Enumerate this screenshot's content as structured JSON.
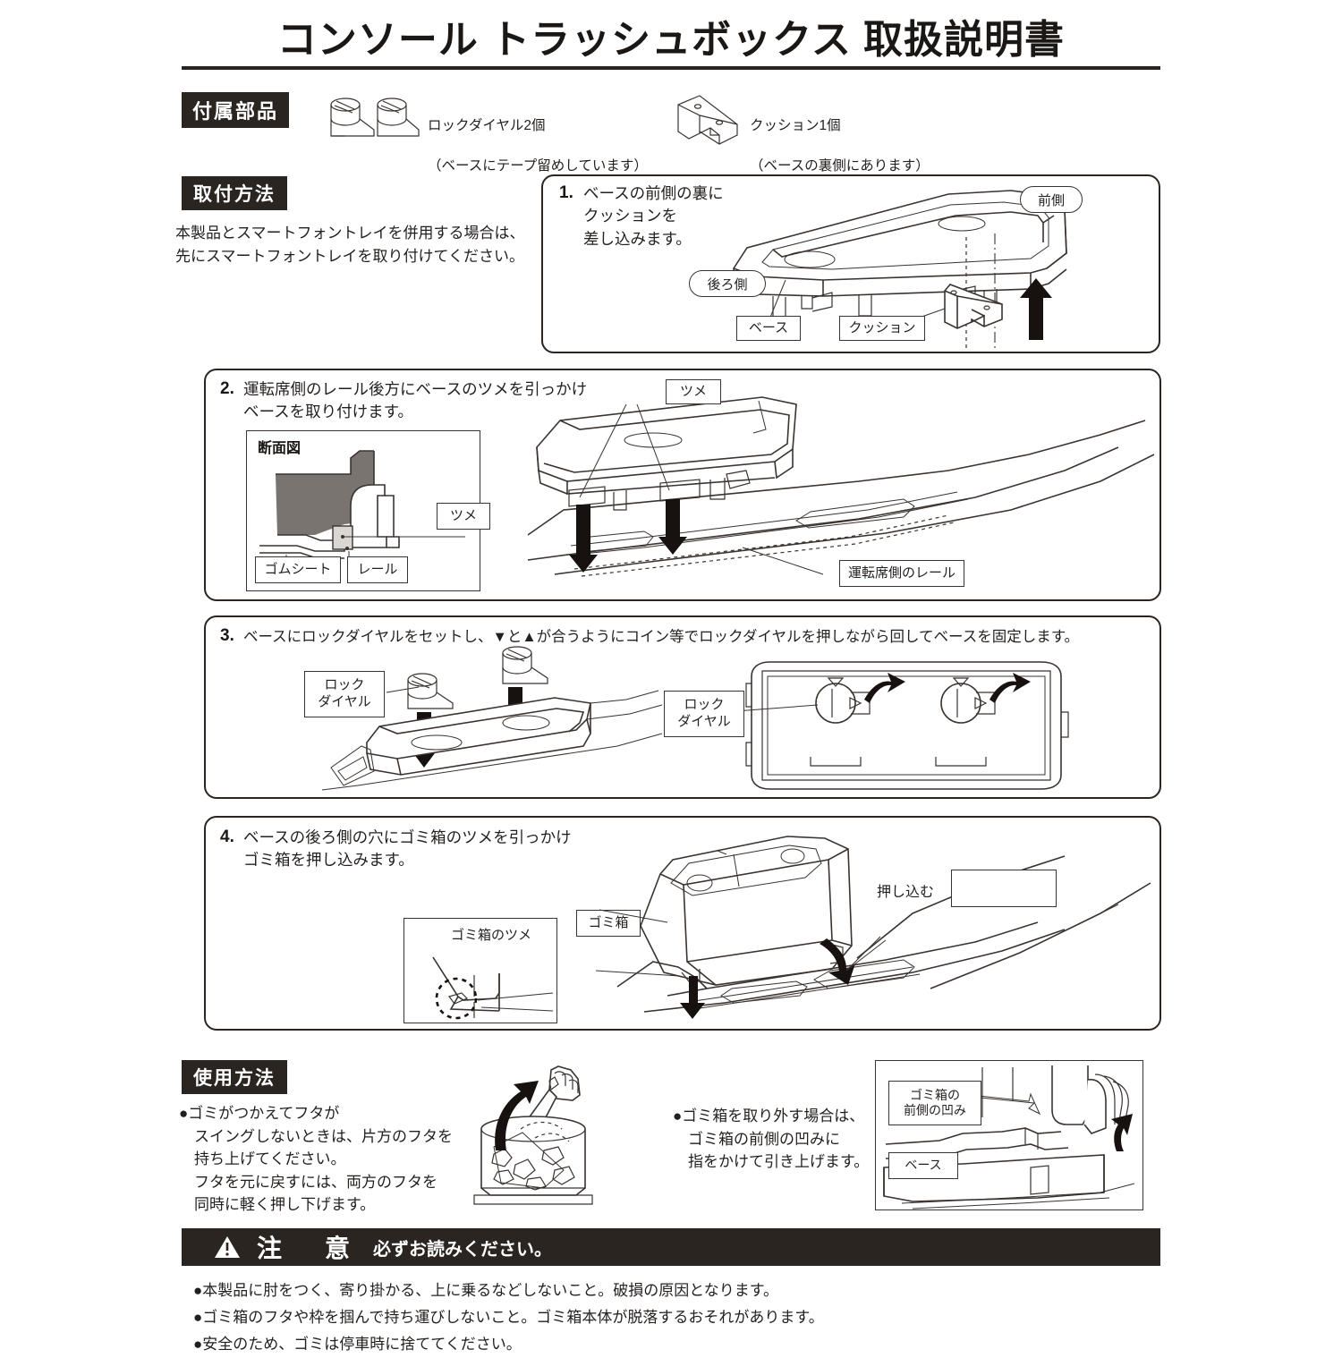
{
  "document": {
    "title": "コンソール トラッシュボックス 取扱説明書"
  },
  "parts_section": {
    "tag": "付属部品",
    "items": [
      {
        "icon": "lock-dial-icon",
        "name": "ロックダイヤル2個",
        "note": "（ベースにテープ留めしています）"
      },
      {
        "icon": "cushion-icon",
        "name": "クッション1個",
        "note": "（ベースの裏側にあります）"
      }
    ]
  },
  "install_section": {
    "tag": "取付方法",
    "intro": "本製品とスマートフォントレイを併用する場合は、\n先にスマートフォントレイを取り付けてください。",
    "steps": [
      {
        "number": "1.",
        "text": "ベースの前側の裏に\nクッションを\n差し込みます。",
        "labels": {
          "front": "前側",
          "rear": "後ろ側",
          "base": "ベース",
          "cushion": "クッション"
        }
      },
      {
        "number": "2.",
        "text": "運転席側のレール後方にベースのツメを引っかけ\nベースを取り付けます。",
        "subdiagram_title": "断面図",
        "labels": {
          "claw_section": "ツメ",
          "rubber_sheet": "ゴムシート",
          "rail": "レール",
          "claw_main": "ツメ",
          "driver_rail": "運転席側のレール"
        }
      },
      {
        "number": "3.",
        "text": "ベースにロックダイヤルをセットし、▼と▲が合うようにコイン等でロックダイヤルを押しながら回してベースを固定します。",
        "labels": {
          "lock_dial_left": "ロック\nダイヤル",
          "lock_dial_right": "ロック\nダイヤル"
        }
      },
      {
        "number": "4.",
        "text": "ベースの後ろ側の穴にゴミ箱のツメを引っかけ\nゴミ箱を押し込みます。",
        "labels": {
          "trash_claw": "ゴミ箱のツメ",
          "trash_box": "ゴミ箱",
          "push_in": "押し込む"
        }
      }
    ]
  },
  "usage_section": {
    "tag": "使用方法",
    "bullets": [
      "●ゴミがつかえてフタが\n　スイングしないときは、片方のフタを\n　持ち上げてください。\n　フタを元に戻すには、両方のフタを\n　同時に軽く押し下げます。",
      "●ゴミ箱を取り外す場合は、\n　ゴミ箱の前側の凹みに\n　指をかけて引き上げます。"
    ],
    "labels": {
      "front_dent": "ゴミ箱の\n前側の凹み",
      "base": "ベース"
    }
  },
  "caution_section": {
    "icon": "warning-triangle-icon",
    "title": "注　意",
    "subtitle": "必ずお読みください。",
    "items": [
      "●本製品に肘をつく、寄り掛かる、上に乗るなどしないこと。破損の原因となります。",
      "●ゴミ箱のフタや枠を掴んで持ち運びしないこと。ゴミ箱本体が脱落するおそれがあります。",
      "●安全のため、ゴミは停車時に捨ててください。"
    ]
  },
  "colors": {
    "ink": "#231f1d",
    "tag_bg": "#2b2522",
    "line": "#3a3330",
    "shade": "#7a7470"
  }
}
